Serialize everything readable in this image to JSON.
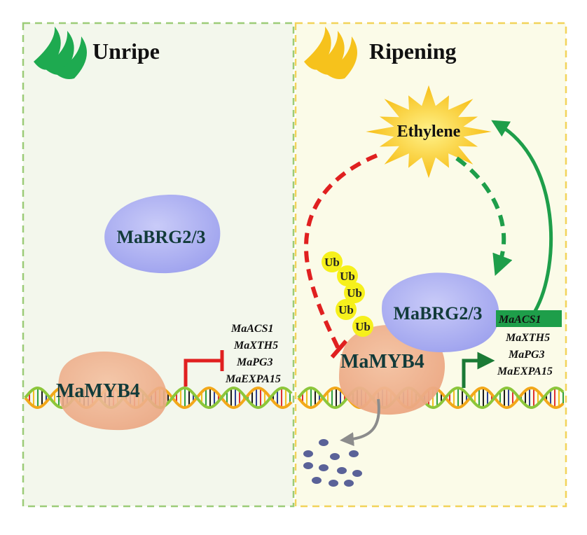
{
  "panels": {
    "left": {
      "title": "Unripe"
    },
    "right": {
      "title": "Ripening"
    }
  },
  "left": {
    "brg_label": "MaBRG2/3",
    "myb_label": "MaMYB4",
    "genes": [
      "MaACS1",
      "MaXTH5",
      "MaPG3",
      "MaEXPA15"
    ]
  },
  "right": {
    "ethylene_label": "Ethylene",
    "brg_label": "MaBRG2/3",
    "myb_label": "MaMYB4",
    "ub_label": "Ub",
    "ub_count": 5,
    "genes": [
      "MaACS1",
      "MaXTH5",
      "MaPG3",
      "MaEXPA15"
    ],
    "highlighted_gene": "MaACS1"
  },
  "colors": {
    "left_bg": "#f3f7ec",
    "right_bg": "#fbfbe8",
    "left_border": "#9ccc78",
    "right_border": "#f2d35a",
    "banana_left": "#1eaa50",
    "banana_right": "#f6c21c",
    "brg": "#b7b9f2",
    "myb": "#f0b48f",
    "ethylene": "#f6b800",
    "inhibit_red": "#e02020",
    "activate_green": "#1e9e4a",
    "ub_yellow": "#f6f01c",
    "degrade_dot": "#5a6298"
  }
}
